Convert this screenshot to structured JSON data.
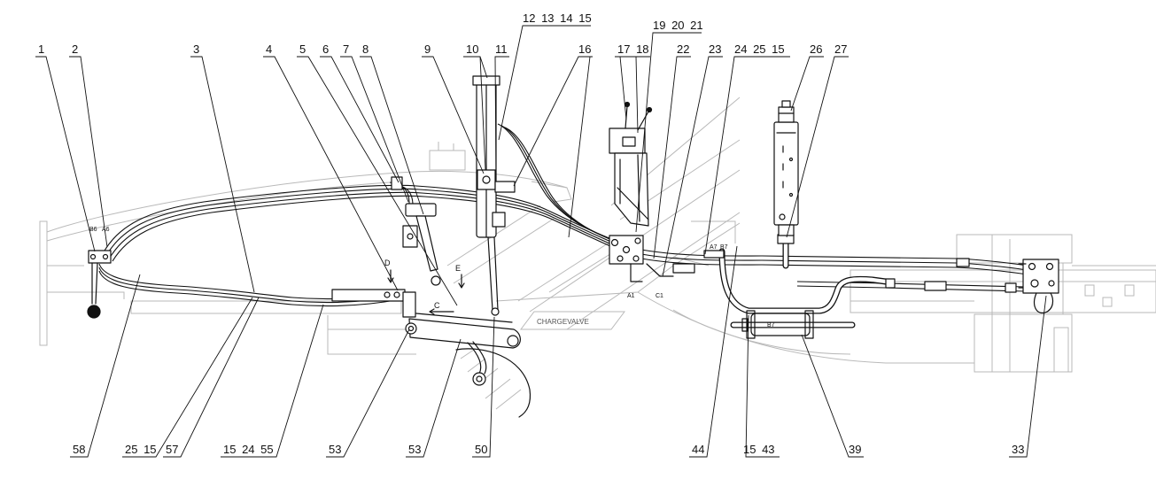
{
  "diagram": {
    "callouts_top": [
      "1",
      "2",
      "3",
      "4",
      "5",
      "6",
      "7",
      "8",
      "9",
      "10",
      "11",
      "12 13 14 15",
      "16",
      "17 18",
      "19 20 21",
      "22",
      "23",
      "24 25 15",
      "26",
      "27"
    ],
    "callouts_bottom": [
      "58",
      "25 15",
      "57",
      "15 24 55",
      "53",
      "53",
      "50",
      "44",
      "15 43",
      "39",
      "33"
    ],
    "port_labels": {
      "b6": "B6",
      "a6": "A6",
      "d": "D",
      "e": "E",
      "c": "C",
      "a1": "A1",
      "c1": "C1",
      "a7": "A7",
      "b7_upper": "B7",
      "b7_cylinder": "B7"
    },
    "valve_label": "CHARGEVALVE"
  },
  "colors": {
    "line": "#111111",
    "background_line": "#b9b9b9",
    "background": "#ffffff",
    "valve_text": "#555555"
  }
}
